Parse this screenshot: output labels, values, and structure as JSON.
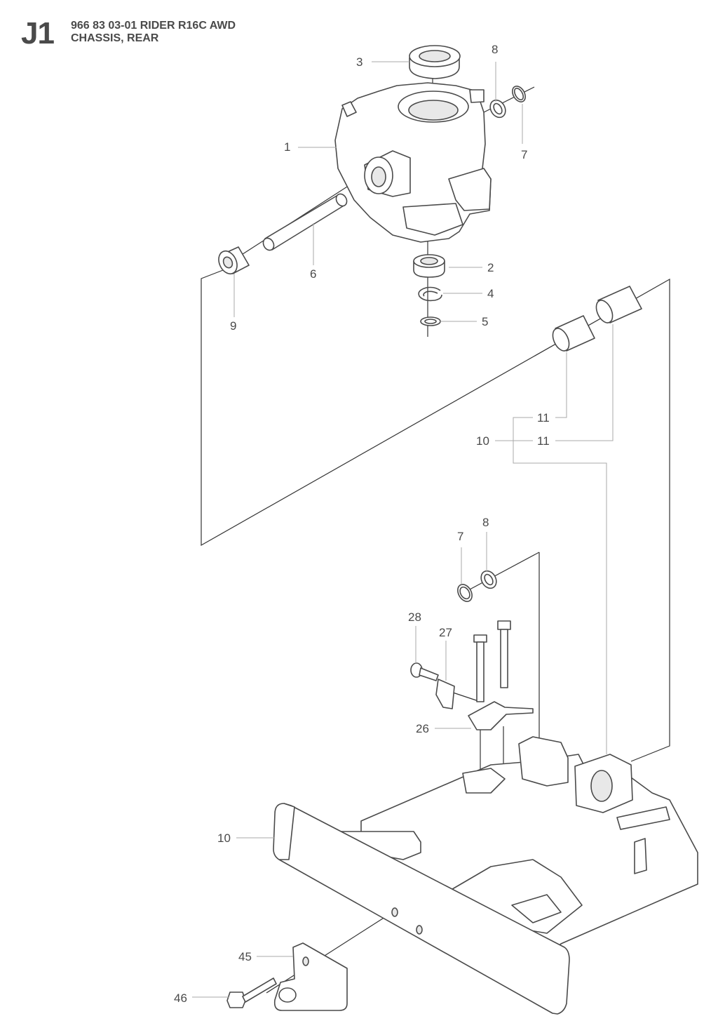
{
  "header": {
    "section_code": "J1",
    "model_line": "966 83 03-01 RIDER R16C AWD",
    "section_title": "CHASSIS, REAR"
  },
  "callouts": {
    "c1": "1",
    "c2": "2",
    "c3": "3",
    "c4": "4",
    "c5": "5",
    "c6": "6",
    "c7a": "7",
    "c7b": "7",
    "c8a": "8",
    "c8b": "8",
    "c9": "9",
    "c10a": "10",
    "c10b": "10",
    "c11a": "11",
    "c11b": "11",
    "c26": "26",
    "c27": "27",
    "c28": "28",
    "c45": "45",
    "c46": "46"
  }
}
